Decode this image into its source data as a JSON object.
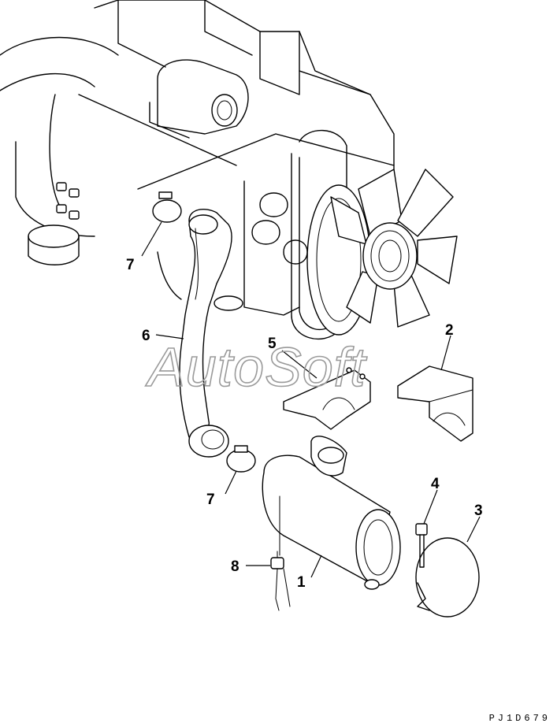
{
  "callouts": {
    "c1": "1",
    "c2": "2",
    "c3": "3",
    "c4": "4",
    "c5": "5",
    "c6": "6",
    "c7a": "7",
    "c7b": "7",
    "c8": "8"
  },
  "watermark": "AutoSoft",
  "drawing_code": "PJ1D679",
  "colors": {
    "line": "#000000",
    "background": "#ffffff",
    "watermark": "#9a9a9a"
  }
}
